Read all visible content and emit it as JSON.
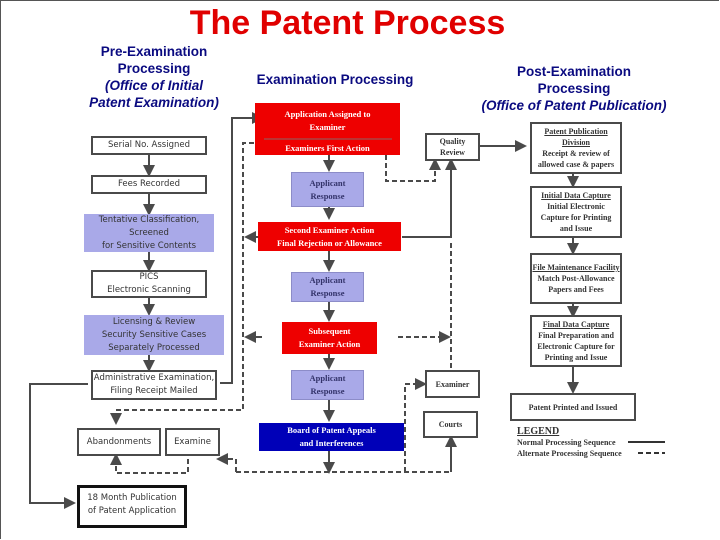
{
  "title": "The Patent Process",
  "sections": {
    "pre": {
      "title": "Pre-Examination Processing",
      "subtitle": "(Office of Initial Patent Examination)"
    },
    "exam": {
      "title": "Examination Processing"
    },
    "post": {
      "title": "Post-Examination Processing",
      "subtitle": "(Office of Patent Publication)"
    }
  },
  "pre_steps": [
    {
      "lines": [
        "Serial No. Assigned"
      ]
    },
    {
      "lines": [
        "Fees Recorded"
      ]
    },
    {
      "lines": [
        "Tentative Classification,",
        "Screened",
        "for Sensitive Contents"
      ]
    },
    {
      "lines": [
        "PICS",
        "Electronic Scanning"
      ]
    },
    {
      "lines": [
        "Licensing & Review",
        "Security Sensitive Cases",
        "Separately Processed"
      ]
    },
    {
      "lines": [
        "Administrative Examination,",
        "Filing Receipt Mailed"
      ]
    }
  ],
  "side_boxes": {
    "abandonments": "Abandonments",
    "examine": "Examine",
    "publication": [
      "18 Month Publication",
      "of Patent Application"
    ]
  },
  "exam_steps": {
    "assigned": [
      "Application Assigned to",
      "Examiner"
    ],
    "first_action": "Examiners First Action",
    "response1": [
      "Applicant",
      "Response"
    ],
    "second_action": [
      "Second Examiner Action",
      "Final Rejection or Allowance"
    ],
    "response2": [
      "Applicant",
      "Response"
    ],
    "subsequent": [
      "Subsequent",
      "Examiner Action"
    ],
    "response3": [
      "Applicant",
      "Response"
    ],
    "board": [
      "Board of Patent Appeals",
      "and Interferences"
    ],
    "quality": [
      "Quality",
      "Review"
    ],
    "examiner": "Examiner",
    "courts": "Courts"
  },
  "post_steps": [
    {
      "heading": "Patent Publication Division",
      "body": [
        "Receipt & review of",
        "allowed case & papers"
      ]
    },
    {
      "heading": "Initial Data Capture",
      "body": [
        "Initial Electronic",
        "Capture for Printing",
        "and Issue"
      ]
    },
    {
      "heading": "File Maintenance Facility",
      "body": [
        "Match Post-Allowance",
        "Papers and Fees"
      ]
    },
    {
      "heading": "Final Data Capture",
      "body": [
        "Final Preparation and",
        "Electronic Capture for",
        "Printing and Issue"
      ]
    }
  ],
  "issued": "Patent Printed and Issued",
  "legend": {
    "title": "LEGEND",
    "normal": "Normal Processing Sequence",
    "alternate": "Alternate Processing Sequence"
  },
  "colors": {
    "title": "#e00000",
    "heading": "#0a0a80",
    "examiner_action": "#ee0000",
    "applicant_response": "#a9a9e8",
    "board": "#0000b8",
    "line": "#4a4a4a"
  }
}
